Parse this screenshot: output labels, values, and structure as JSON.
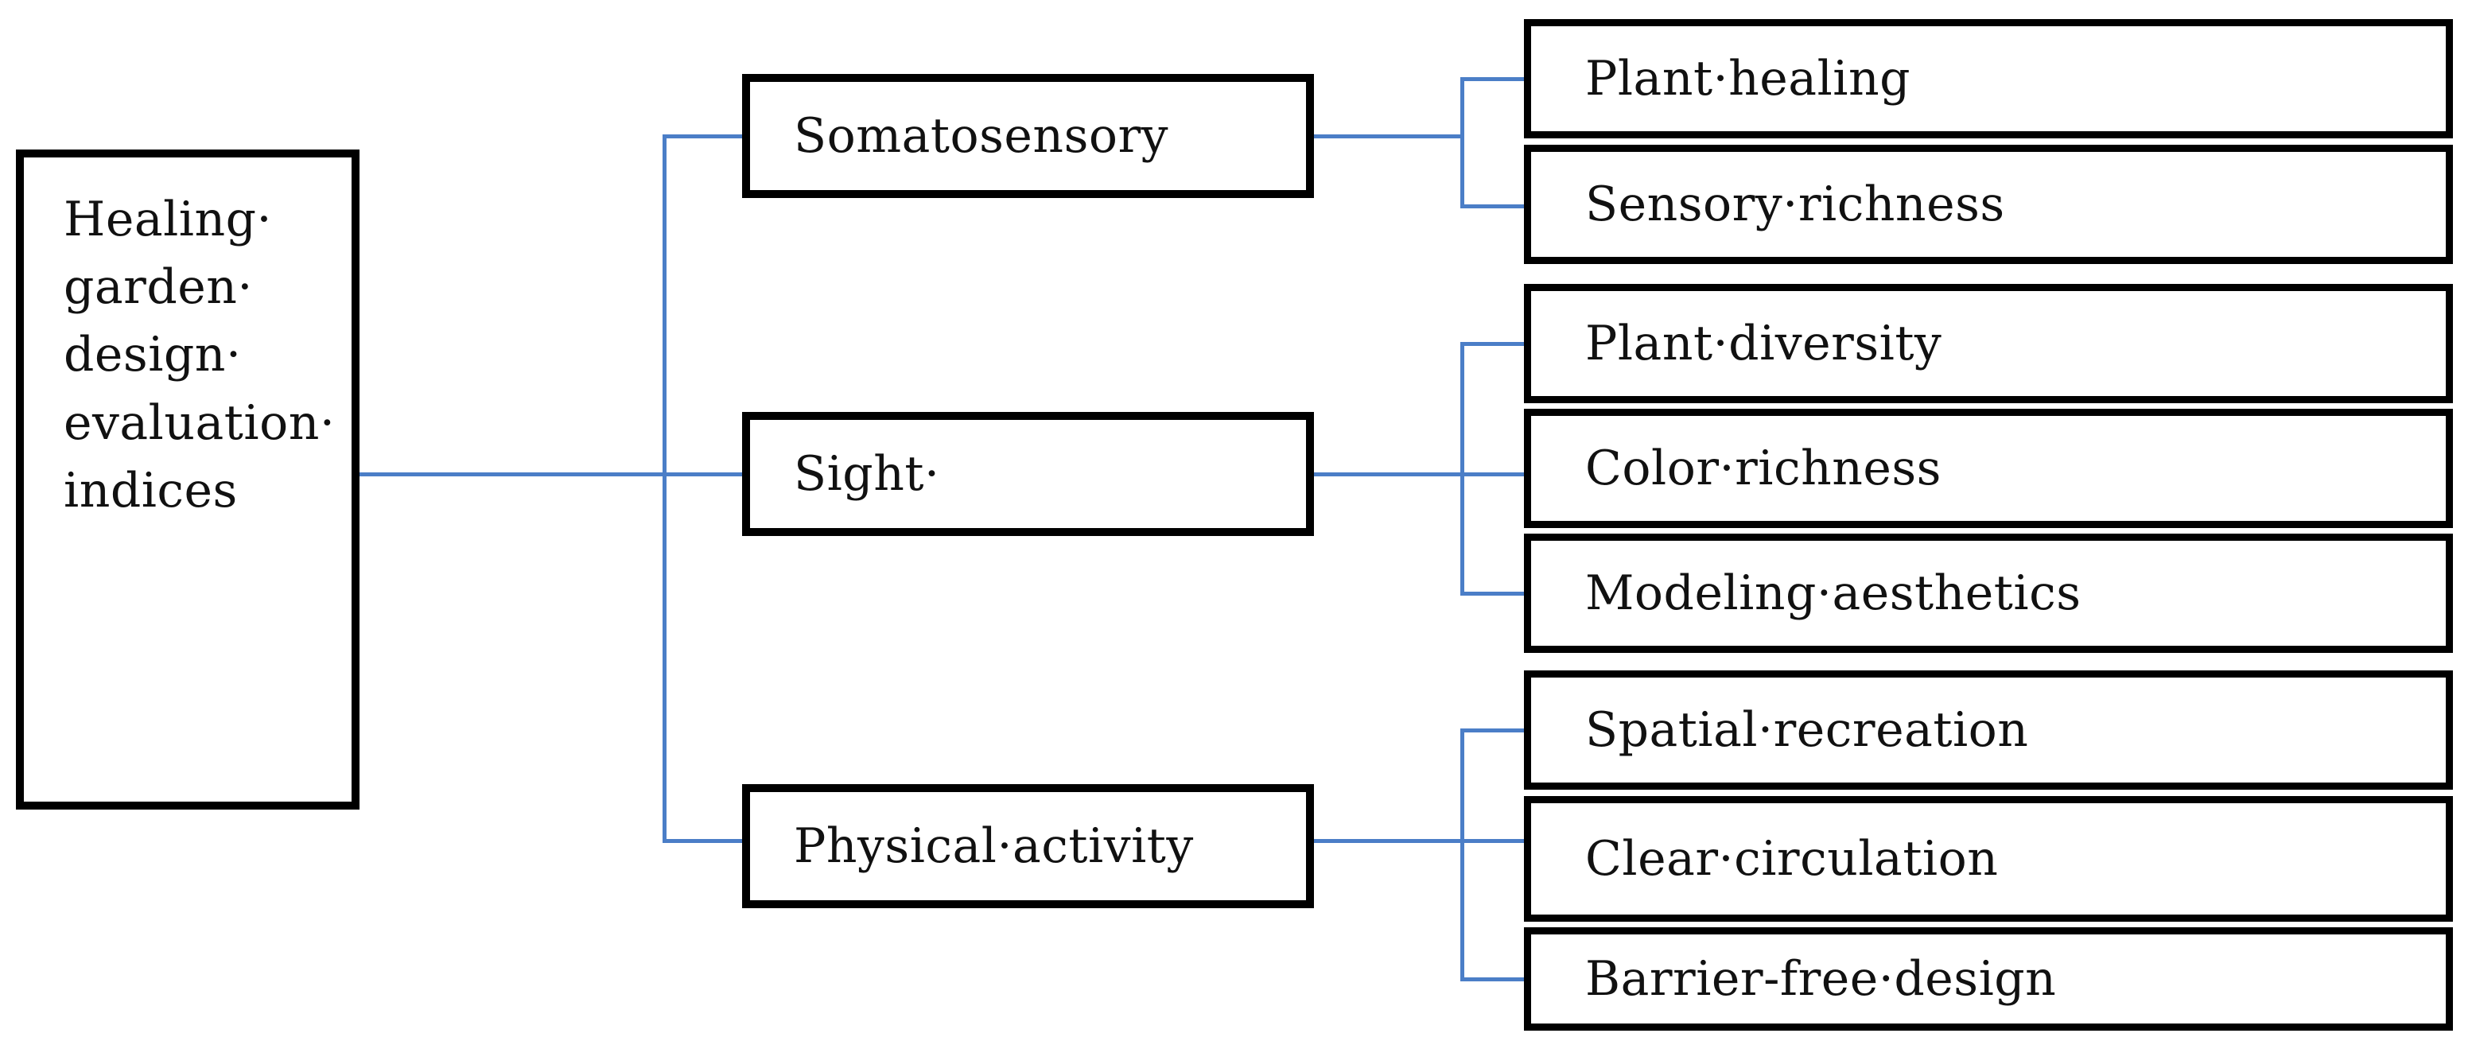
{
  "figure": {
    "background": "#ffffff",
    "connector_color": "#4b7ec7",
    "border_color": "#000000",
    "root": {
      "label": "Healing·\ngarden· design·\nevaluation·\nindices"
    },
    "branches": [
      {
        "label": "Somatosensory",
        "children": [
          "Plant·healing",
          "Sensory·richness"
        ]
      },
      {
        "label": "Sight·",
        "children": [
          "Plant·diversity",
          "Color·richness",
          "Modeling·aesthetics"
        ]
      },
      {
        "label": "Physical·activity",
        "children": [
          "Spatial·recreation",
          "Clear·circulation",
          "Barrier-free·design"
        ]
      }
    ]
  }
}
